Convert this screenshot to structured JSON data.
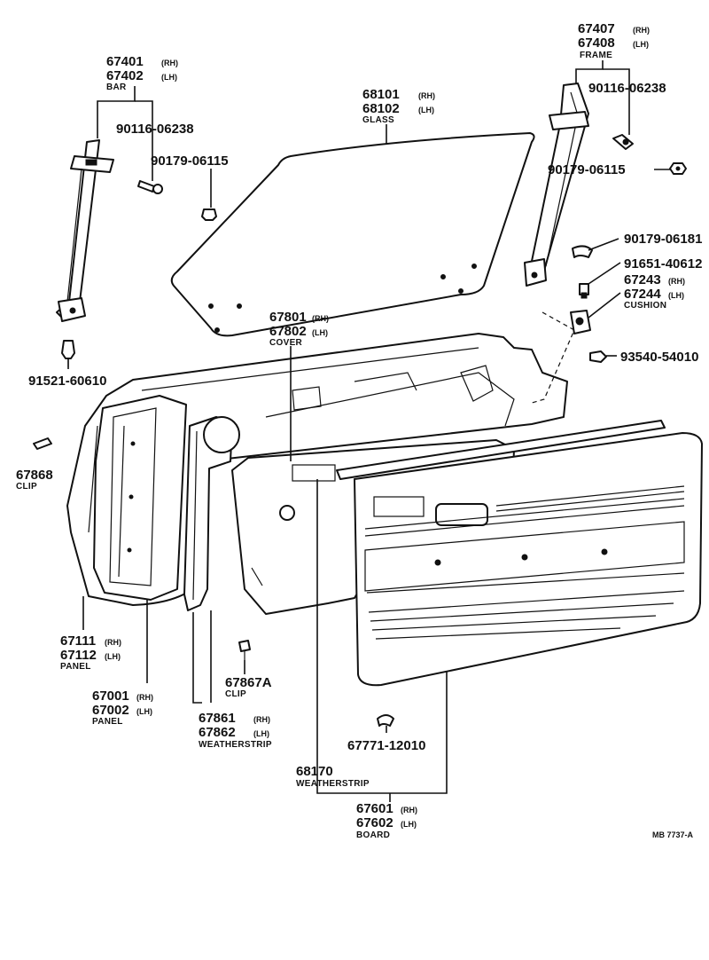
{
  "callouts": {
    "bar": {
      "rh": "67401",
      "lh": "67402",
      "rh_tag": "(RH)",
      "lh_tag": "(LH)",
      "name": "BAR"
    },
    "frame": {
      "rh": "67407",
      "lh": "67408",
      "rh_tag": "(RH)",
      "lh_tag": "(LH)",
      "name": "FRAME"
    },
    "glass": {
      "rh": "68101",
      "lh": "68102",
      "rh_tag": "(RH)",
      "lh_tag": "(LH)",
      "name": "GLASS"
    },
    "bolt_left": "90116-06238",
    "bolt_right": "90116-06238",
    "nut_left": "90179-06115",
    "nut_right": "90179-06115",
    "nut_mid": "90179-06181",
    "screw_cushion": "91651-40612",
    "cushion": {
      "rh": "67243",
      "lh": "67244",
      "rh_tag": "(RH)",
      "lh_tag": "(LH)",
      "name": "CUSHION"
    },
    "screw_right": "93540-54010",
    "cover": {
      "rh": "67801",
      "lh": "67802",
      "rh_tag": "(RH)",
      "lh_tag": "(LH)",
      "name": "COVER"
    },
    "screw_left": "91521-60610",
    "clip_left": {
      "part": "67868",
      "name": "CLIP"
    },
    "panel_inner": {
      "rh": "67111",
      "lh": "67112",
      "rh_tag": "(RH)",
      "lh_tag": "(LH)",
      "name": "PANEL"
    },
    "panel_outer": {
      "rh": "67001",
      "lh": "67002",
      "rh_tag": "(RH)",
      "lh_tag": "(LH)",
      "name": "PANEL"
    },
    "clip_mid": {
      "part": "67867A",
      "name": "CLIP"
    },
    "weatherstrip_door": {
      "rh": "67861",
      "lh": "67862",
      "rh_tag": "(RH)",
      "lh_tag": "(LH)",
      "name": "WEATHERSTRIP"
    },
    "clip_board": "67771-12010",
    "weatherstrip_belt": {
      "part": "68170",
      "name": "WEATHERSTRIP"
    },
    "board": {
      "rh": "67601",
      "lh": "67602",
      "rh_tag": "(RH)",
      "lh_tag": "(LH)",
      "name": "BOARD"
    }
  },
  "figure_code": "MB 7737-A"
}
